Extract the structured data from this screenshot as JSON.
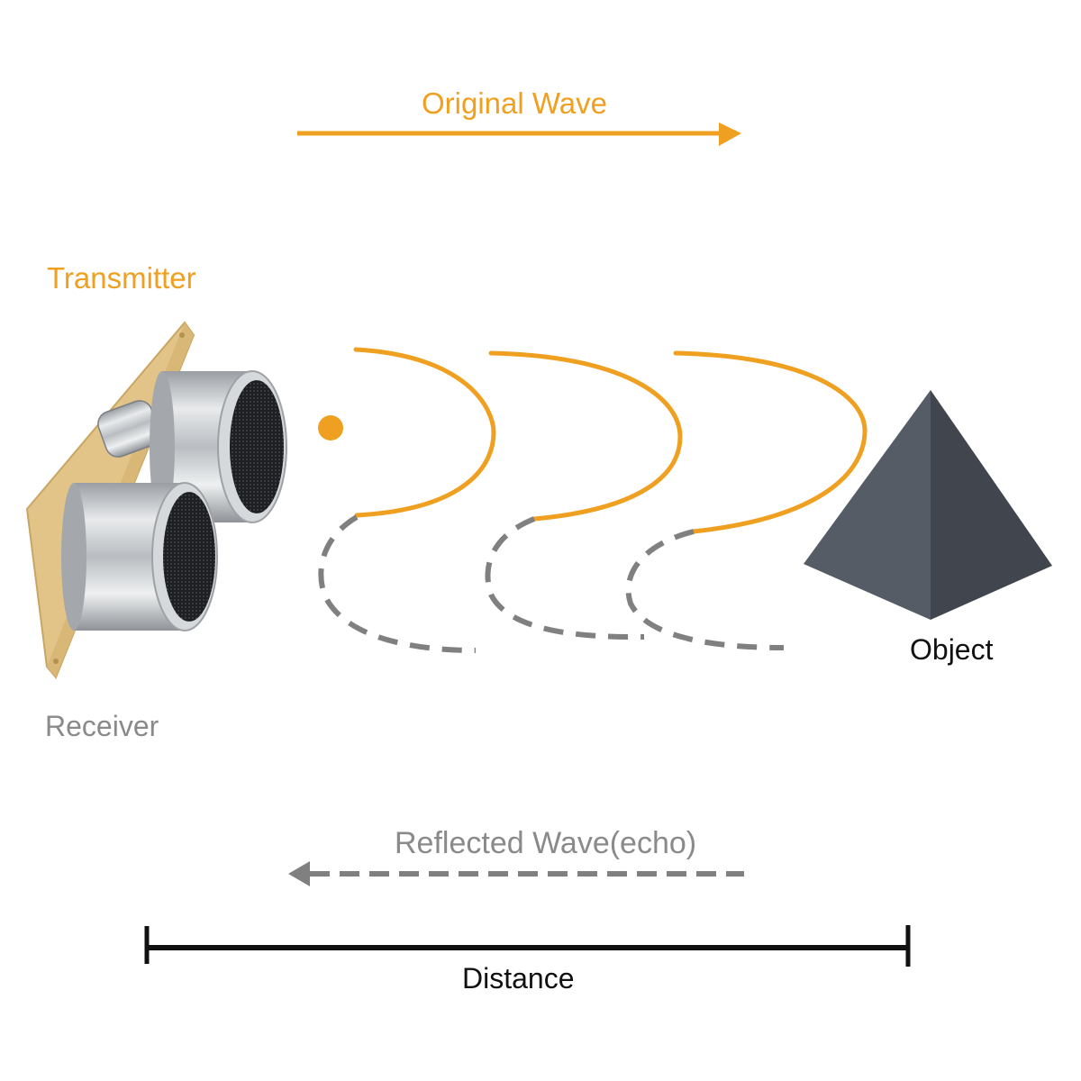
{
  "colors": {
    "original_wave": "#f0a020",
    "reflected_wave": "#808080",
    "object_left_face": "#565c66",
    "object_right_face": "#41454d",
    "distance_bar": "#111111"
  },
  "labels": {
    "original_wave": "Original Wave",
    "transmitter": "Transmitter",
    "receiver": "Receiver",
    "object": "Object",
    "reflected_wave": "Reflected Wave(echo)",
    "distance": "Distance"
  },
  "icons": {
    "sensor": "ultrasonic-sensor-icon",
    "object": "pyramid-icon",
    "arrow_right": "arrow-right-icon",
    "arrow_left": "arrow-left-icon"
  }
}
